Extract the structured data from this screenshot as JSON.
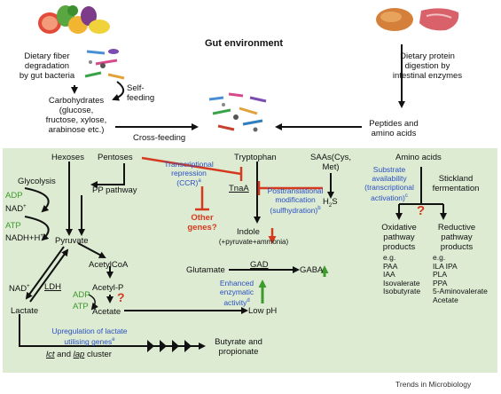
{
  "gut_environment": "Gut environment",
  "dietary_fiber": [
    "Dietary fiber",
    "degradation",
    "by gut bacteria"
  ],
  "self_feeding": [
    "Self-",
    "feeding"
  ],
  "carbohydrates": [
    "Carbohydrates",
    "(glucose,",
    "fructose, xylose,",
    "arabinose etc.)"
  ],
  "dietary_protein": [
    "Dietary protein",
    "digestion by",
    "intestinal enzymes"
  ],
  "peptides": [
    "Peptides and",
    "amino acids"
  ],
  "cross_feeding": "Cross-feeding",
  "hexoses": "Hexoses",
  "pentoses": "Pentoses",
  "glycolysis": "Glycolysis",
  "pp_pathway": "PP pathway",
  "adp": "ADP",
  "nad": "NAD",
  "atp": "ATP",
  "nadh": "NADH+H",
  "pyruvate": "Pyruvate",
  "nad2": "NAD",
  "ldh": "LDH",
  "lactate": "Lactate",
  "acetylcoa": "AcetylCoA",
  "acetyl_p": "Acetyl-P",
  "adp2": "ADP",
  "atp2": "ATP",
  "acetate": "Acetate",
  "question": "?",
  "transcriptional_repression": [
    "Transcriptional",
    "repression",
    "(CCR)"
  ],
  "sup_a": "a",
  "other_genes": [
    "Other",
    "genes?"
  ],
  "tryptophan": "Tryptophan",
  "tnaa": "TnaA",
  "posttranslational": [
    "Posttranslational",
    "modification",
    "(sulfhydration)"
  ],
  "sup_b": "b",
  "saas": [
    "SAAs(Cys,",
    "Met)"
  ],
  "h2s": "H",
  "h2s_sub": "2",
  "h2s_end": "S",
  "indole": "Indole",
  "indole_sub": "(+pyruvate+ammonia)",
  "amino_acids": "Amino acids",
  "substrate_availability": [
    "Substrate",
    "availability",
    "(transcriptional",
    "activation)"
  ],
  "sup_c": "c",
  "stickland": [
    "Stickland",
    "fermentation"
  ],
  "question2": "?",
  "oxidative": [
    "Oxidative",
    "pathway",
    "products"
  ],
  "oxidative_items": [
    "e.g.",
    "PAA",
    "IAA",
    "Isovalerate",
    "Isobutyrate"
  ],
  "reductive": [
    "Reductive",
    "pathway",
    "products"
  ],
  "reductive_items": [
    "e.g.",
    "ILA IPA",
    "PLA",
    "PPA",
    "5-Aminovalerate",
    "Acetate"
  ],
  "glutamate": "Glutamate",
  "gad": "GAD",
  "gaba": "GABA",
  "enhanced": [
    "Enhanced",
    "enzymatic",
    "activity"
  ],
  "sup_d": "d",
  "low_ph": "Low pH",
  "upregulation": [
    "Upregulation of lactate",
    "utilising genes"
  ],
  "sup_e": "e",
  "lct": "lct",
  "and": " and ",
  "lap": "lap",
  "cluster": " cluster",
  "butyrate": [
    "Butyrate and",
    "propionate"
  ],
  "footer": "Trends in Microbiology",
  "colors": {
    "panel": "#dcebd2",
    "blue": "#2b4fc4",
    "green": "#3e9a2c",
    "red": "#d63a1e"
  }
}
